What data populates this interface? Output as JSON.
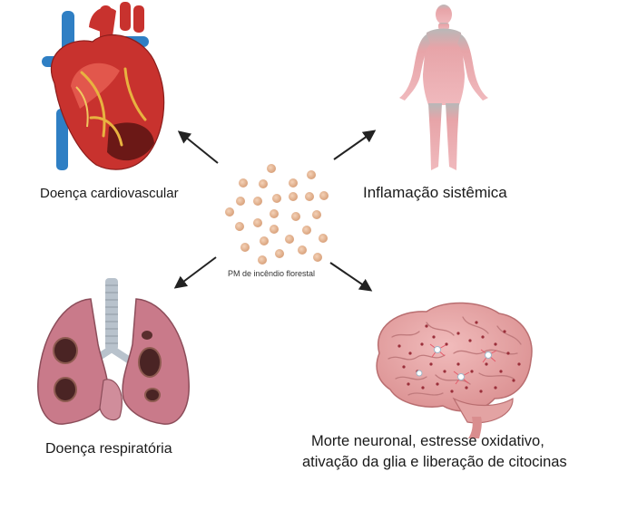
{
  "labels": {
    "cardiovascular": "Doença cardiovascular",
    "systemic_inflammation": "Inflamação sistêmica",
    "particulate_matter": "PM de incêndio florestal",
    "respiratory": "Doença respiratória",
    "neuro_line1": "Morte neuronal, estresse oxidativo,",
    "neuro_line2": "ativação da glia e liberação de citocinas"
  },
  "icons": {
    "heart": "heart-icon",
    "human_body": "human-body-icon",
    "particles": "particle-cluster-icon",
    "lungs": "lungs-icon",
    "brain": "brain-icon",
    "arrow": "arrow-icon"
  },
  "colors": {
    "heart_red": "#c8322e",
    "vessel_blue": "#2f7fc4",
    "body_pink": "#e58f96",
    "particle": "#e6b48f",
    "lung_pink": "#c97a8a",
    "lesion": "#5a2e2e",
    "brain_pink": "#e8a7a6",
    "arrow": "#222222"
  }
}
